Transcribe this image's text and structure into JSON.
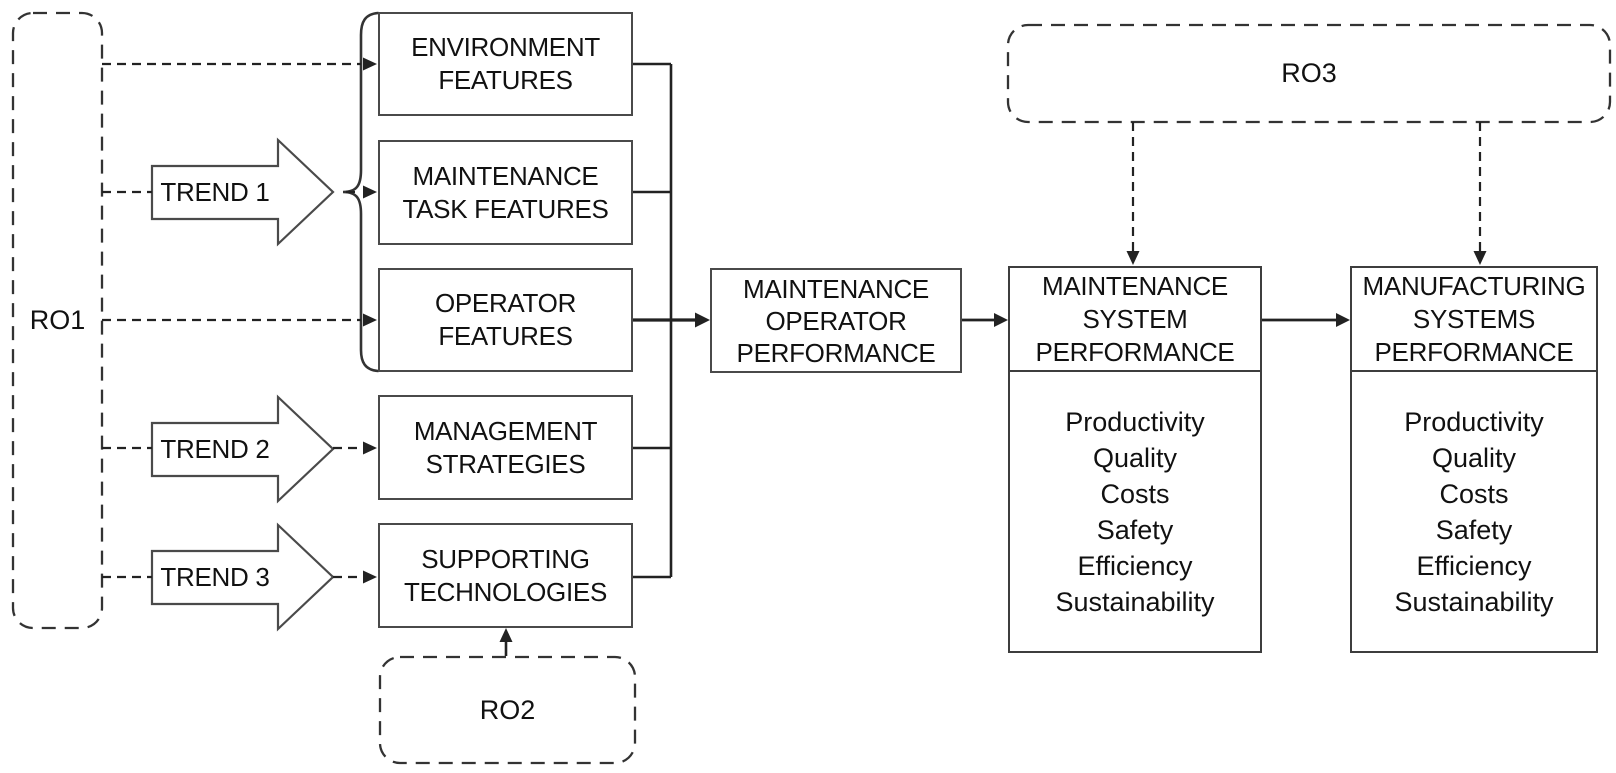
{
  "nodes": {
    "ro1": {
      "label": "RO1"
    },
    "ro2": {
      "label": "RO2"
    },
    "ro3": {
      "label": "RO3"
    },
    "trend1": {
      "label": "TREND 1"
    },
    "trend2": {
      "label": "TREND 2"
    },
    "trend3": {
      "label": "TREND 3"
    },
    "environment_features": {
      "label": "ENVIRONMENT\nFEATURES"
    },
    "maintenance_task_features": {
      "label": "MAINTENANCE\nTASK FEATURES"
    },
    "operator_features": {
      "label": "OPERATOR\nFEATURES"
    },
    "management_strategies": {
      "label": "MANAGEMENT\nSTRATEGIES"
    },
    "supporting_technologies": {
      "label": "SUPPORTING\nTECHNOLOGIES"
    },
    "maintenance_operator_performance": {
      "label": "MAINTENANCE\nOPERATOR\nPERFORMANCE"
    },
    "maintenance_system_performance": {
      "label": "MAINTENANCE\nSYSTEM\nPERFORMANCE",
      "metrics": [
        "Productivity",
        "Quality",
        "Costs",
        "Safety",
        "Efficiency",
        "Sustainability"
      ]
    },
    "manufacturing_systems_performance": {
      "label": "MANUFACTURING\nSYSTEMS\nPERFORMANCE",
      "metrics": [
        "Productivity",
        "Quality",
        "Costs",
        "Safety",
        "Efficiency",
        "Sustainability"
      ]
    }
  },
  "colors": {
    "line": "#222222",
    "border": "#4a4a4a",
    "text": "#111111",
    "background": "#ffffff"
  }
}
